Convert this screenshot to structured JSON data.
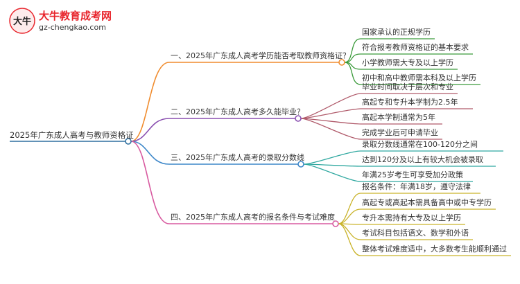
{
  "logo": {
    "title": "大牛教育成考网",
    "url": "gz-chengkao.com",
    "mark_text": "大牛"
  },
  "mindmap": {
    "root": "2025年广东成人高考与教师资格证",
    "branches": [
      {
        "label": "一、2025年广东成人高考学历能否考取教师资格证？",
        "color": "#f08c2e",
        "children": [
          "国家承认的正规学历",
          "符合报考教师资格证的基本要求",
          "小学教师需大专及以上学历",
          "初中和高中教师需本科及以上学历"
        ],
        "child_color": "#3a9a3a"
      },
      {
        "label": "二、2025年广东成人高考多久能毕业？",
        "color": "#8a4fb0",
        "children": [
          "毕业时间取决于层次和专业",
          "高起专和专升本学制为2.5年",
          "高起本学制通常为5年",
          "完成学业后可申请毕业"
        ],
        "child_color": "#b05a6a"
      },
      {
        "label": "三、2025年广东成人高考的录取分数线",
        "color": "#3d87c9",
        "children": [
          "录取分数线通常在100-120分之间",
          "达到120分及以上有较大机会被录取",
          "年满25岁考生可享受加分政策"
        ],
        "child_color": "#2fa8a0"
      },
      {
        "label": "四、2025年广东成人高考的报名条件与考试难度",
        "color": "#d85aa0",
        "children": [
          "报名条件：年满18岁，遵守法律",
          "高起专或高起本需具备高中或中专学历",
          "专升本需持有大专及以上学历",
          "考试科目包括语文、数学和外语",
          "整体考试难度适中，大多数考生能顺利通过"
        ],
        "child_color": "#c9b32a"
      }
    ]
  }
}
